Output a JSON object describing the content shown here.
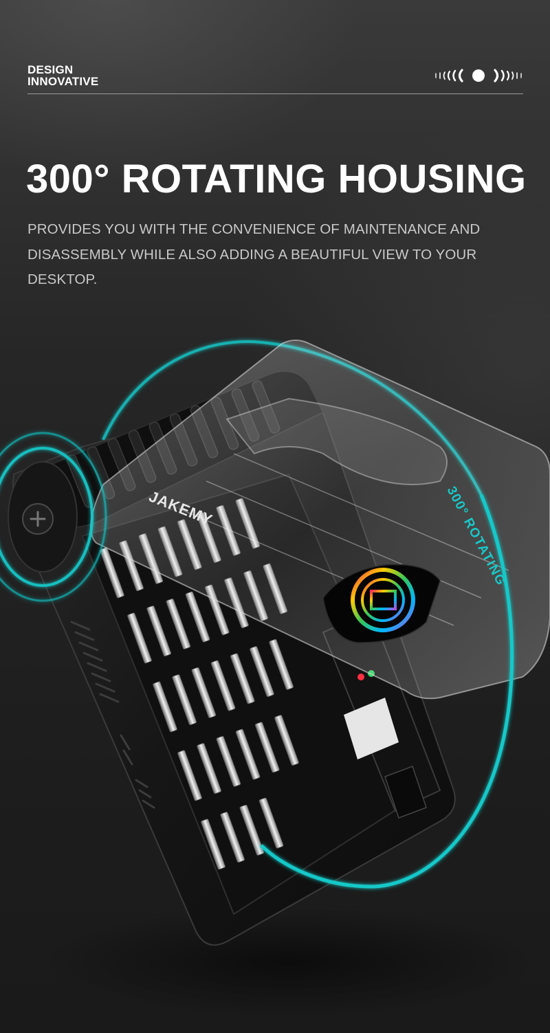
{
  "header": {
    "brand_line1": "DESIGN",
    "brand_line2": "INNOVATIVE",
    "logo_icon": "sound-wave-logo-icon"
  },
  "hero": {
    "title": "300° ROTATING HOUSING",
    "description": "PROVIDES YOU WITH THE CONVENIENCE OF MAINTENANCE AND DISASSEMBLY WHILE ALSO ADDING A BEAUTIFUL VIEW TO YOUR DESKTOP."
  },
  "product": {
    "rotation_label": "300° ROTATING",
    "brand_text": "JAKEMY",
    "accent_color": "#19c8c8",
    "housing_color": "#151515",
    "lid_color": "#cfcfcf"
  }
}
